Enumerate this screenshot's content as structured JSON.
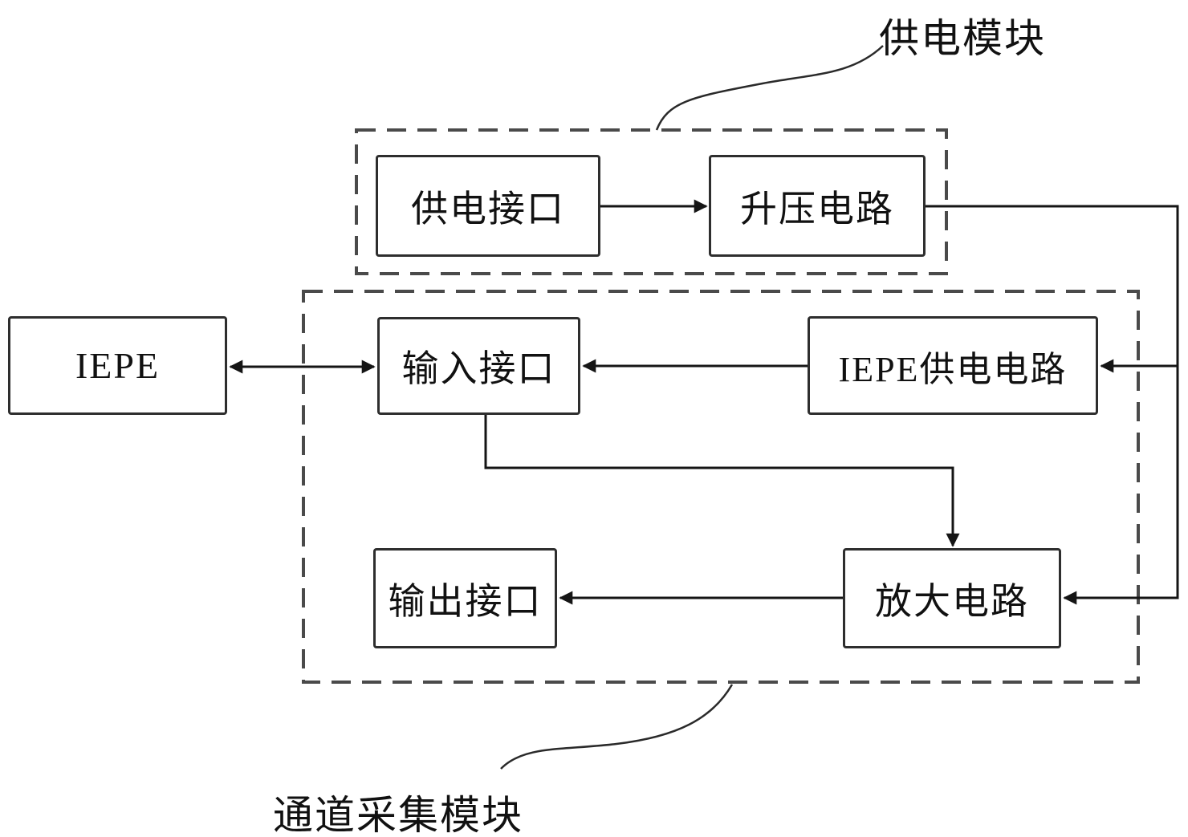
{
  "diagram": {
    "type": "block-diagram",
    "module_labels": {
      "power_module": "供电模块",
      "channel_module": "通道采集模块"
    },
    "nodes": {
      "iepe": {
        "label": "IEPE"
      },
      "power_interface": {
        "label": "供电接口"
      },
      "boost_circuit": {
        "label": "升压电路"
      },
      "input_interface": {
        "label": "输入接口"
      },
      "iepe_power_circuit": {
        "label": "IEPE供电电路"
      },
      "output_interface": {
        "label": "输出接口"
      },
      "amplifier_circuit": {
        "label": "放大电路"
      }
    },
    "groups": {
      "power_module": [
        "power_interface",
        "boost_circuit"
      ],
      "channel_module": [
        "input_interface",
        "iepe_power_circuit",
        "output_interface",
        "amplifier_circuit"
      ]
    },
    "edges": [
      {
        "from": "power_interface",
        "to": "boost_circuit",
        "style": "arrow"
      },
      {
        "from": "boost_circuit",
        "to": "iepe_power_circuit",
        "style": "arrow"
      },
      {
        "from": "boost_circuit",
        "to": "amplifier_circuit",
        "style": "arrow"
      },
      {
        "from": "iepe_power_circuit",
        "to": "input_interface",
        "style": "arrow"
      },
      {
        "from": "iepe",
        "to": "input_interface",
        "style": "double-arrow"
      },
      {
        "from": "input_interface",
        "to": "amplifier_circuit",
        "style": "arrow"
      },
      {
        "from": "amplifier_circuit",
        "to": "output_interface",
        "style": "arrow"
      }
    ],
    "colors": {
      "background": "#ffffff",
      "line": "#151515",
      "box_border": "#2e2e2e",
      "dashed_border": "#4a4a4a",
      "text": "#111111"
    }
  }
}
